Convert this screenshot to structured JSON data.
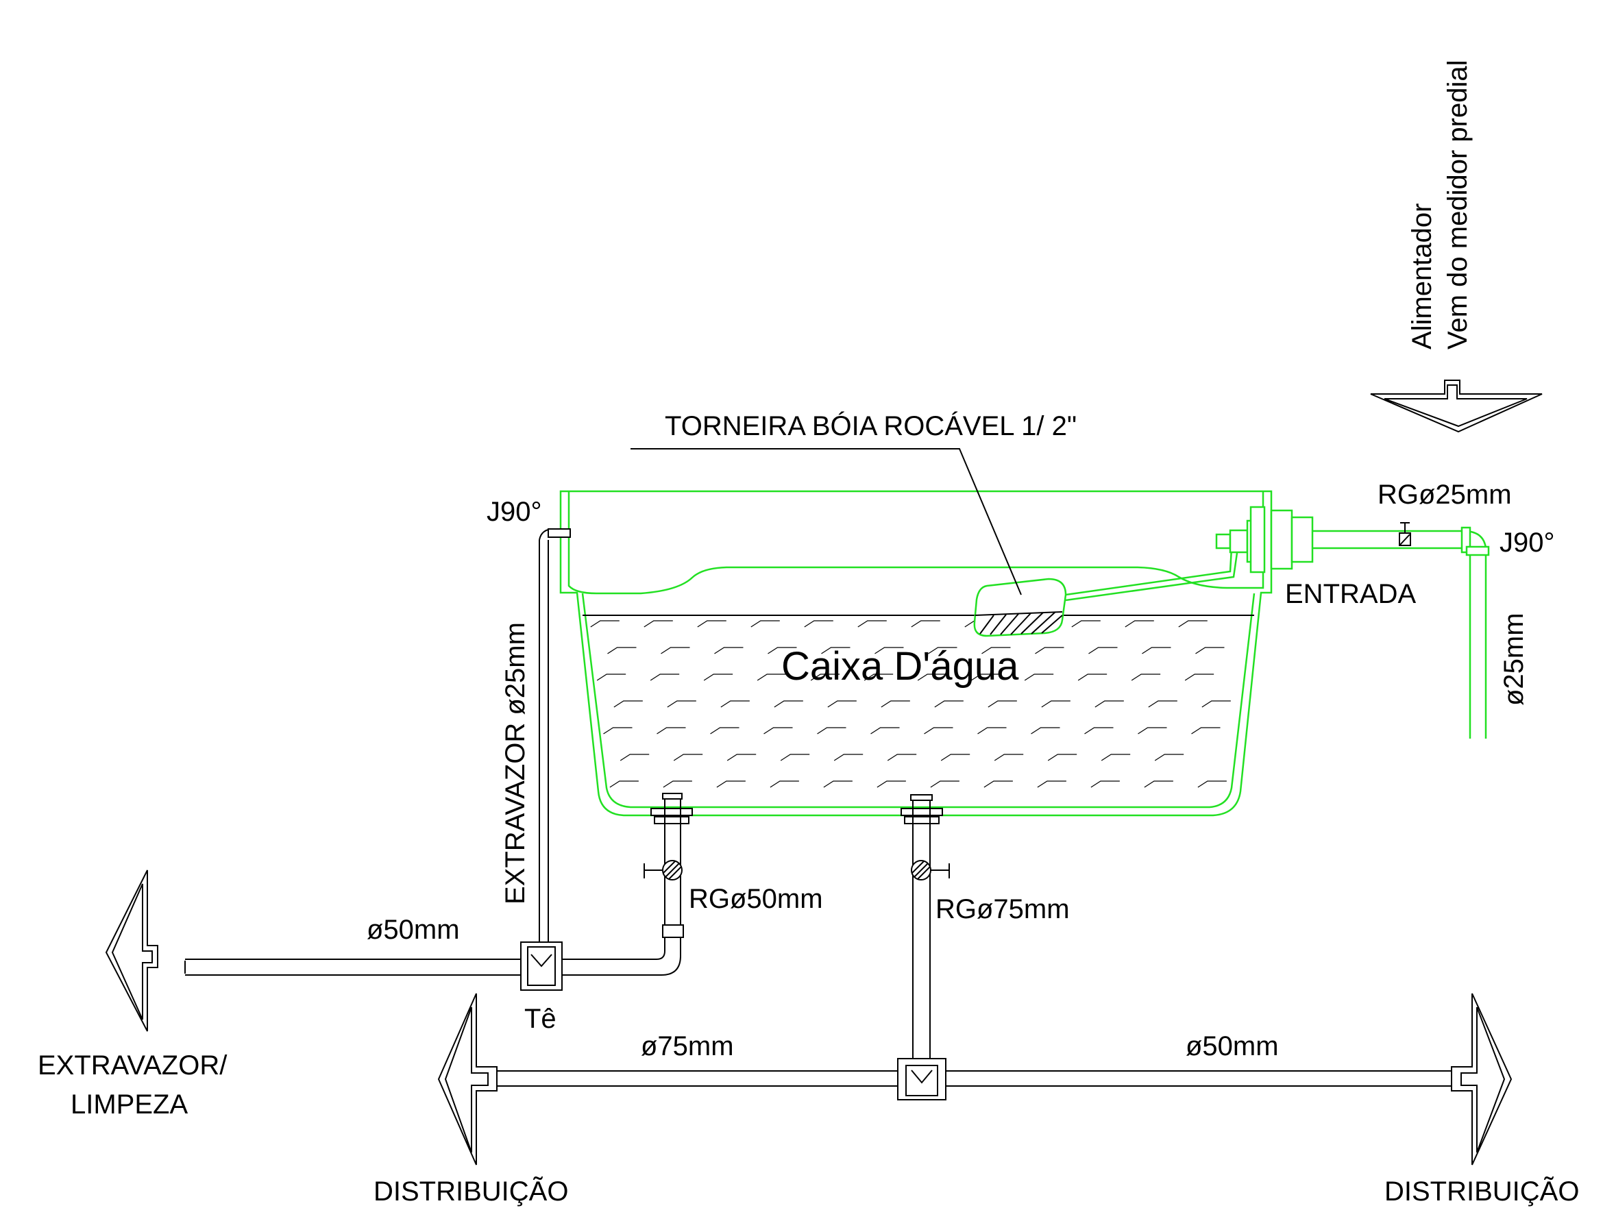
{
  "labels": {
    "alimentador": "Alimentador",
    "vem_do_medidor": "Vem do medidor predial",
    "torneira_boia": "TORNEIRA BÓIA ROCÁVEL 1/ 2\"",
    "rg_entrada": "RGø25mm",
    "j90_right": "J90°",
    "entrada": "ENTRADA",
    "diam_entrada": "ø25mm",
    "j90_left": "J90°",
    "extravazor_pipe": "EXTRAVAZOR ø25mm",
    "caixa": "Caixa D'água",
    "rg_50": "RGø50mm",
    "rg_75": "RGø75mm",
    "diam_limpeza": "ø50mm",
    "te": "Tê",
    "extravazor_out_1": "EXTRAVAZOR/",
    "extravazor_out_2": "LIMPEZA",
    "diam_dist_left": "ø75mm",
    "diam_dist_right": "ø50mm",
    "distribuicao_left": "DISTRIBUIÇÃO",
    "distribuicao_right": "DISTRIBUIÇÃO"
  },
  "colors": {
    "tank": "#22e022",
    "lines": "#000000",
    "background": "#ffffff"
  }
}
